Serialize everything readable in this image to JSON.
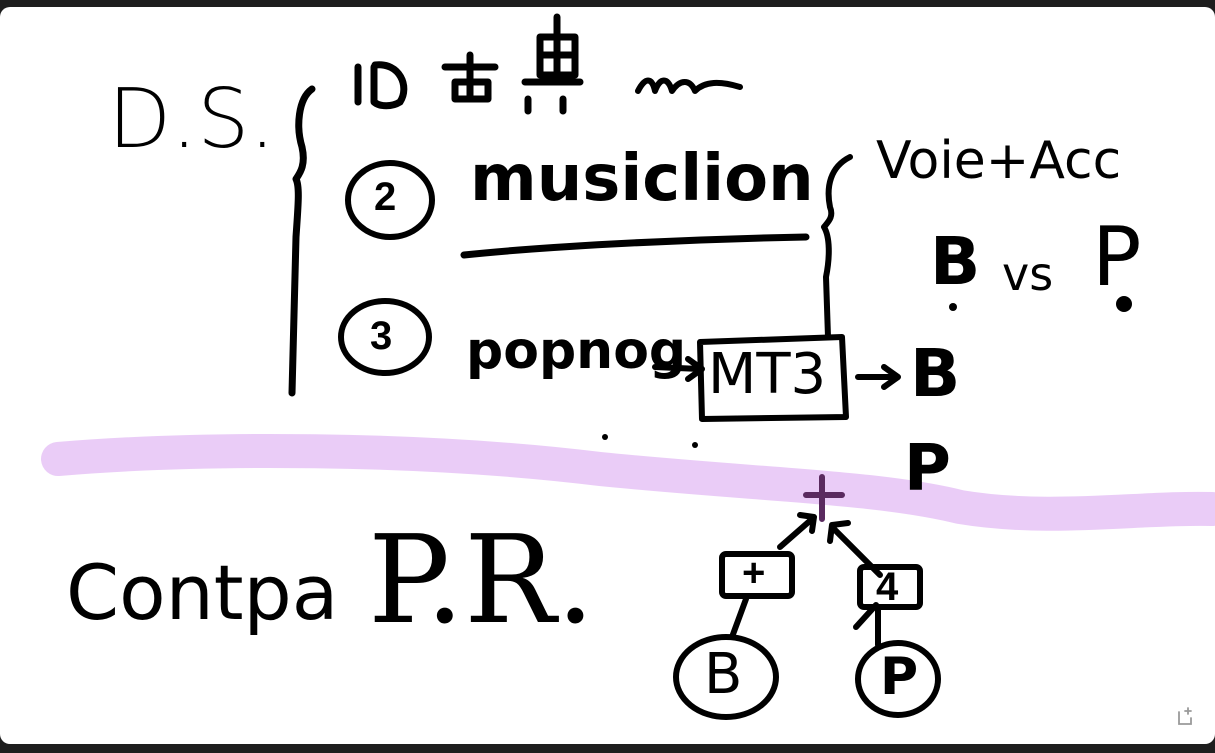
{
  "note": {
    "title": "D.S.",
    "items": [
      {
        "marker": "1",
        "text": "古典",
        "scribble": "mm"
      },
      {
        "marker": "2",
        "text": "musiclion"
      },
      {
        "marker": "3",
        "text": "popnog",
        "box": "MT3",
        "result": "B"
      }
    ],
    "right_group": {
      "line1": "Voie+Acc",
      "left_letter": "B",
      "vs": "vs",
      "right_letter": "P"
    },
    "p_label": "P",
    "bottom_label_1": "Contpa",
    "bottom_label_2": "P.R.",
    "tree": {
      "root": "+",
      "left_box": "+",
      "right_box": "4",
      "left_leaf": "B",
      "right_leaf": "P"
    }
  },
  "colors": {
    "ink": "#000000",
    "highlighter": "#e9c9f7",
    "background": "#ffffff",
    "frame": "#1e1e1e"
  },
  "icons": [
    "new-window-icon"
  ]
}
